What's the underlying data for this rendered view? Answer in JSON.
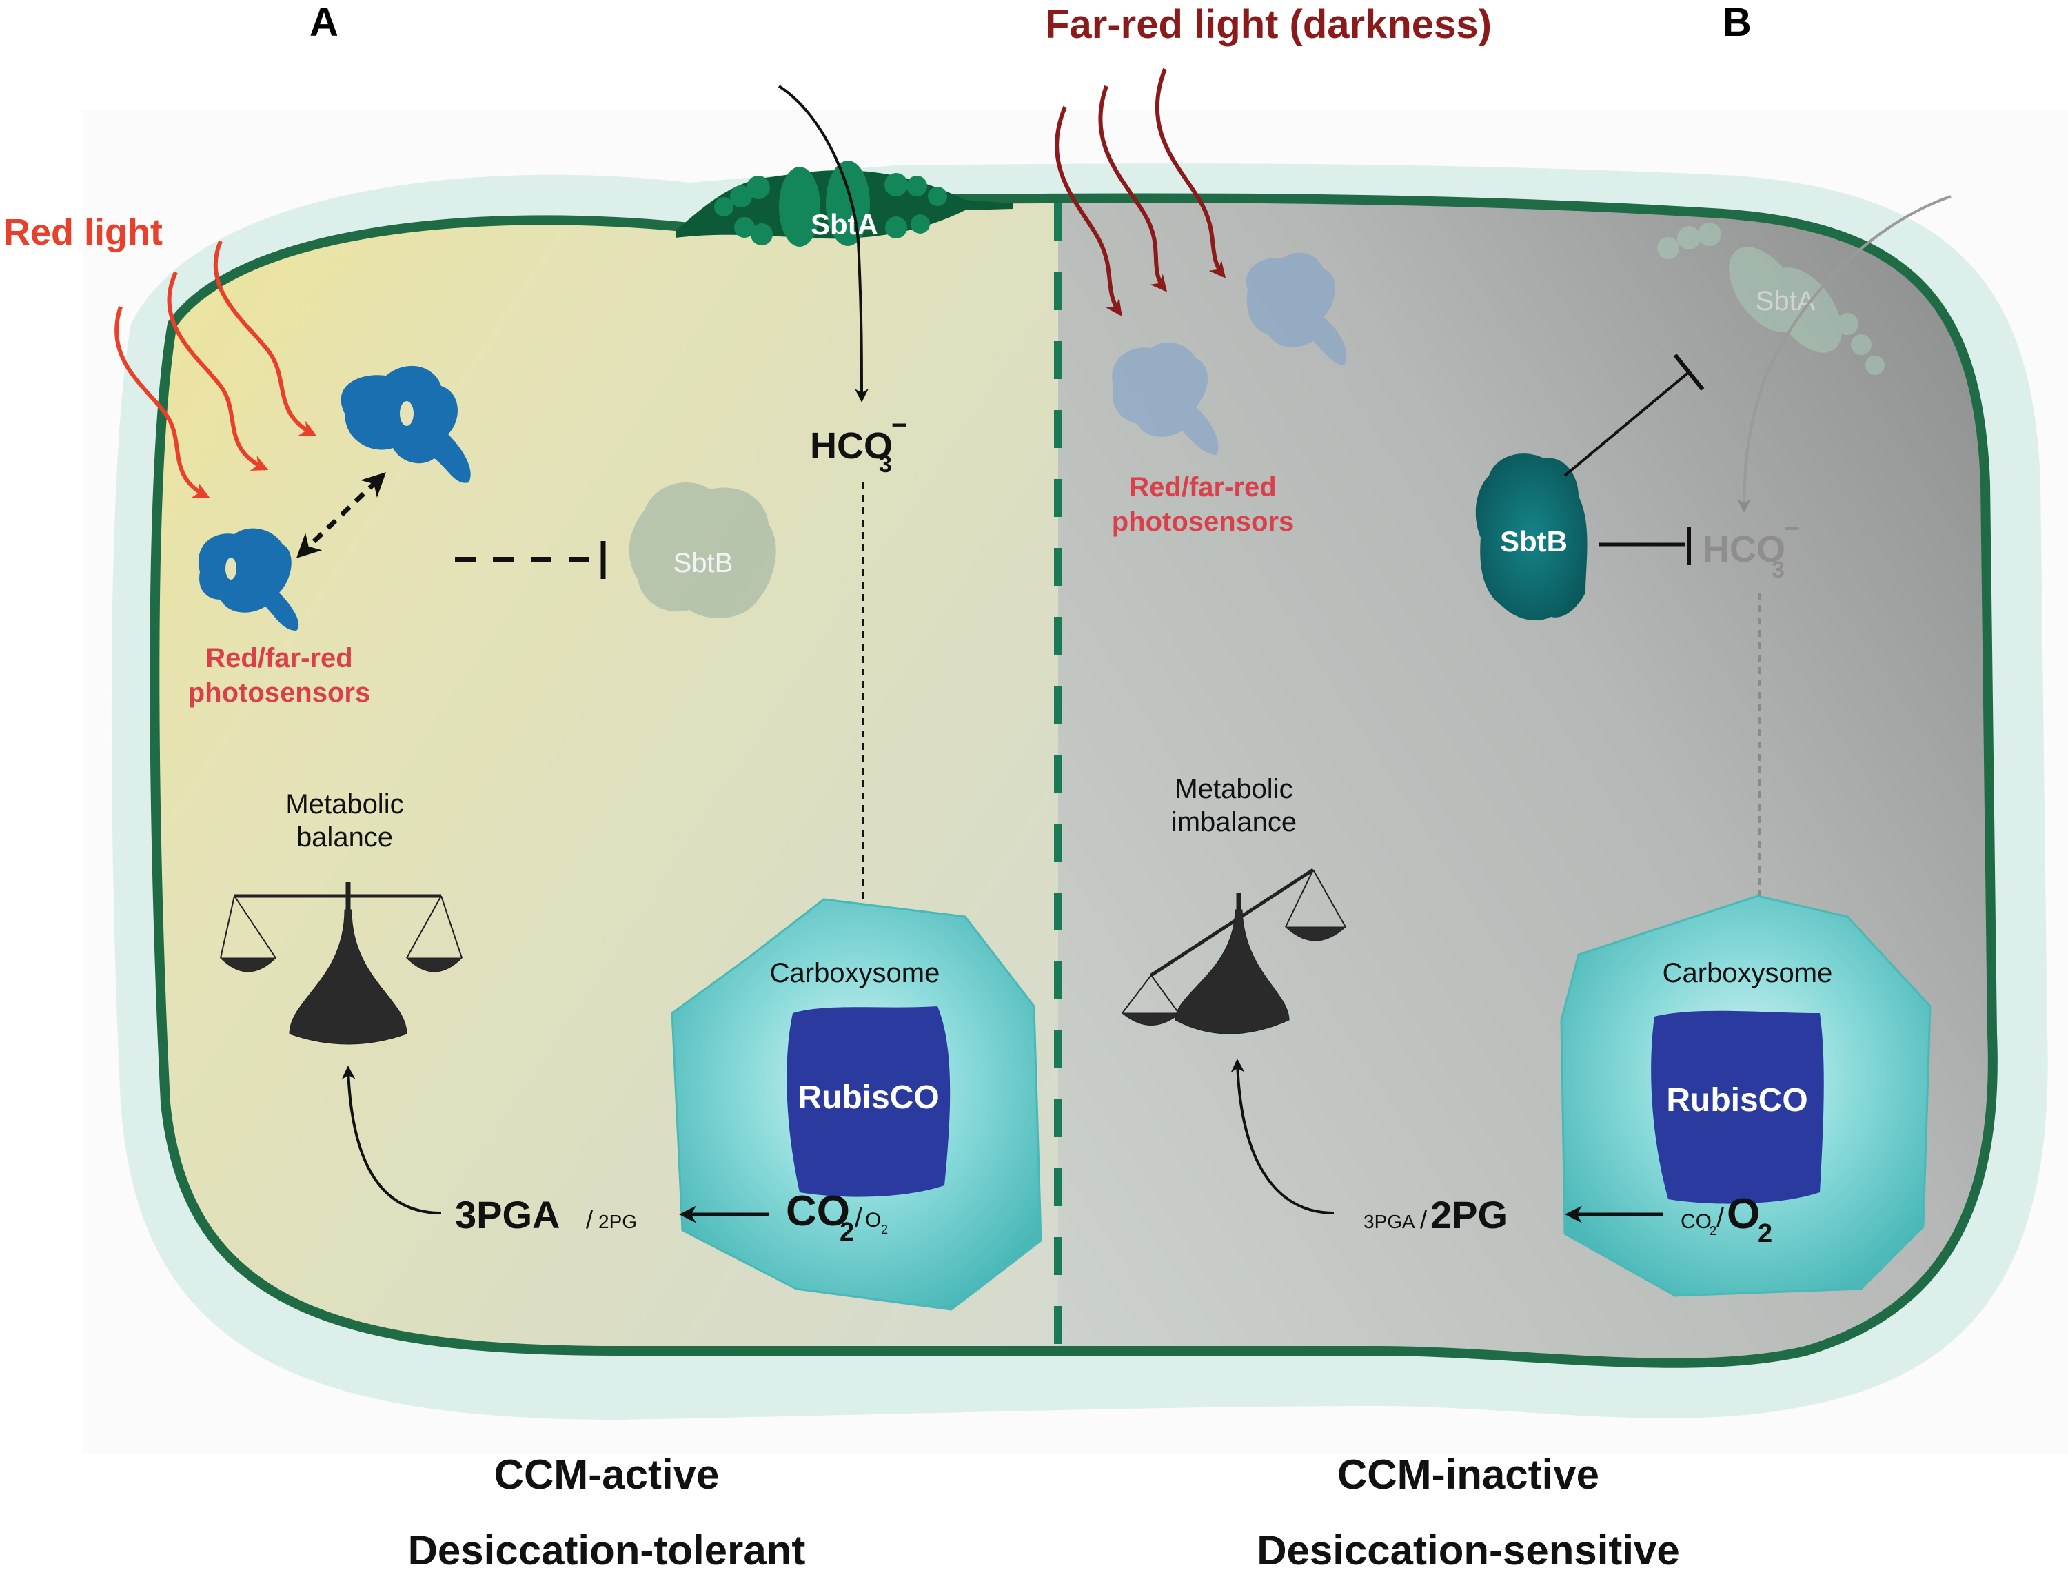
{
  "panels": {
    "A": {
      "label": "A",
      "light": "Red light",
      "photosensors": [
        "Red/far-red",
        "photosensors"
      ],
      "sbta": "SbtA",
      "sbtb": "SbtB",
      "bicarbonate": {
        "main": "HCO",
        "sub": "3",
        "sup": "−"
      },
      "balance": [
        "Metabolic",
        "balance"
      ],
      "carboxysome": "Carboxysome",
      "rubisco": "RubisCO",
      "gas": {
        "major": "CO",
        "major_sub": "2",
        "slash": "/",
        "minor": "O",
        "minor_sub": "2"
      },
      "product": {
        "major": "3PGA",
        "slash": "/",
        "minor": "2PG"
      },
      "state": "CCM-active",
      "phenotype": "Desiccation-tolerant"
    },
    "B": {
      "label": "B",
      "light": "Far-red light (darkness)",
      "photosensors": [
        "Red/far-red",
        "photosensors"
      ],
      "sbta": "SbtA",
      "sbtb": "SbtB",
      "bicarbonate": {
        "main": "HCO",
        "sub": "3",
        "sup": "−"
      },
      "balance": [
        "Metabolic",
        "imbalance"
      ],
      "carboxysome": "Carboxysome",
      "rubisco": "RubisCO",
      "gas": {
        "minor": "CO",
        "minor_sub": "2",
        "slash": "/",
        "major": "O",
        "major_sub": "2"
      },
      "product": {
        "minor": "3PGA",
        "slash": "/",
        "major": "2PG"
      },
      "state": "CCM-inactive",
      "phenotype": "Desiccation-sensitive"
    }
  },
  "colors": {
    "red_light": "#e8402a",
    "far_red_light": "#8b1a1a",
    "photosensor_label": "#d9404a",
    "membrane": "#1f6b45",
    "membrane_dark": "#0d4a2c",
    "outer_wall": "#dcefea",
    "sbtb_active": "#0f6b70",
    "carboxysome": "#5cc8c8",
    "rubisco": "#2a3a9e",
    "photosensor_blue": "#1a6fb0"
  }
}
